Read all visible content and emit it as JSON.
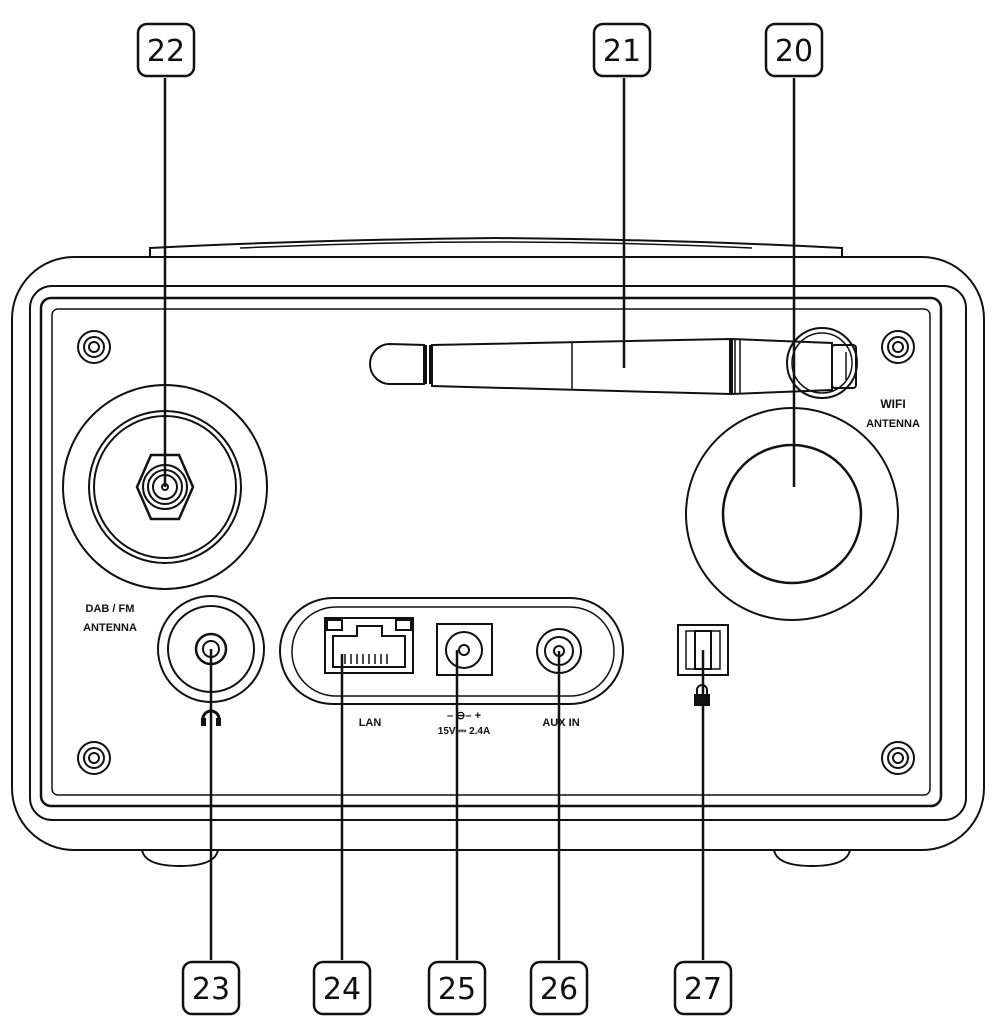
{
  "callouts": {
    "c20": "20",
    "c21": "21",
    "c22": "22",
    "c23": "23",
    "c24": "24",
    "c25": "25",
    "c26": "26",
    "c27": "27"
  },
  "labels": {
    "wifi_1": "WIFI",
    "wifi_2": "ANTENNA",
    "dab_1": "DAB / FM",
    "dab_2": "ANTENNA",
    "lan": "LAN",
    "power_1": "– ⊖– +",
    "power_2": "15V ⎓ 2.4A",
    "aux": "AUX IN"
  },
  "colors": {
    "stroke": "#111111",
    "fill": "#ffffff"
  }
}
